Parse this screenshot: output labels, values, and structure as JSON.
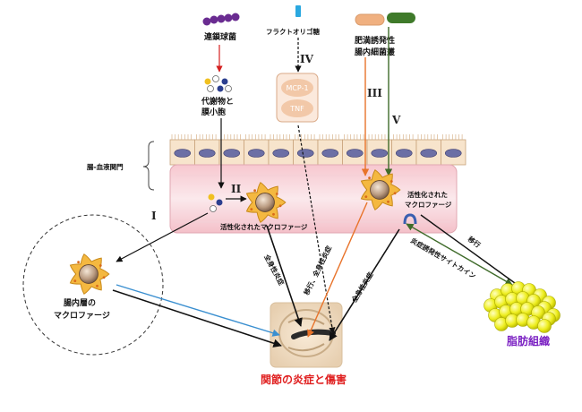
{
  "labels": {
    "streptococcus": "連鎖球菌",
    "fructooligo": "フラクトオリゴ糖",
    "inflammatory_bacteria_line1": "肥満誘発性",
    "inflammatory_bacteria_line2": "腸内細菌叢",
    "metabolites_line1": "代謝物と",
    "metabolites_line2": "膜小胞",
    "mcp1": "MCP-1",
    "tnf": "TNF",
    "gut_blood_barrier": "腸-血液関門",
    "activated_macrophage_center": "活性化されたマクロファージ",
    "activated_macrophage_right_line1": "活性化された",
    "activated_macrophage_right_line2": "マクロファージ",
    "lamina_macrophage_line1": "腸内層の",
    "lamina_macrophage_line2": "マクロファージ",
    "systemic_1": "全身性炎症",
    "systemic_2": "全身性炎症",
    "migration_systemic": "移行、全身性炎症",
    "migration": "移行",
    "inflammatory_cytokines": "炎症誘発性サイトカイン",
    "adipose_tissue": "脂肪組織",
    "joint_damage": "関節の炎症と傷害"
  },
  "roman": {
    "I": "I",
    "II": "II",
    "III": "III",
    "IV": "IV",
    "V": "V"
  },
  "colors": {
    "streptococcus": "#6a2c91",
    "fructooligo": "#2aa8e0",
    "orange_bacteria": "#f0b080",
    "green_bacteria": "#3f7a2a",
    "orange_arrow": "#e8732a",
    "green_arrow": "#3f6b2a",
    "red_arrow": "#d42020",
    "blue_arrow": "#3a8fd0",
    "mcp_box": "#f2d3bd",
    "tissue": "#f6d6dc",
    "epithelium": "#f5e0c8",
    "nucleus": "#6c6fa5",
    "adipose": "#f0f018",
    "macrophage": "#f4b840"
  }
}
